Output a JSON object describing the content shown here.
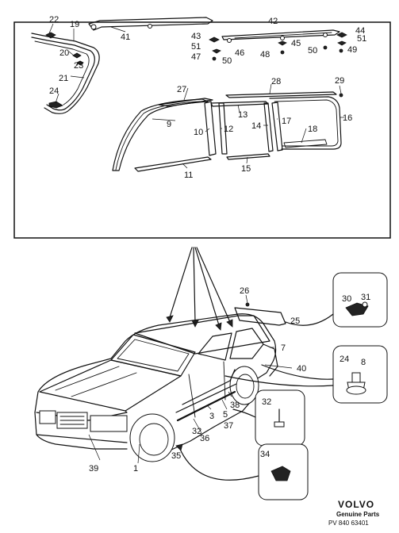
{
  "callouts": {
    "c1": "1",
    "c3": "3",
    "c5": "5",
    "c7": "7",
    "c8": "8",
    "c9": "9",
    "c10": "10",
    "c11": "11",
    "c12": "12",
    "c13": "13",
    "c14": "14",
    "c15": "15",
    "c16": "16",
    "c17": "17",
    "c18": "18",
    "c19": "19",
    "c20": "20",
    "c21": "21",
    "c22": "22",
    "c23": "23",
    "c24": "24",
    "c25": "25",
    "c26": "26",
    "c27": "27",
    "c28": "28",
    "c29": "29",
    "c30": "30",
    "c31": "31",
    "c32a": "32",
    "c32b": "32",
    "c34": "34",
    "c35": "35",
    "c36": "36",
    "c37": "37",
    "c38": "38",
    "c39": "39",
    "c40": "40",
    "c41": "41",
    "c42": "42",
    "c43": "43",
    "c44": "44",
    "c45": "45",
    "c46": "46",
    "c47": "47",
    "c48": "48",
    "c49": "49",
    "c50a": "50",
    "c50b": "50",
    "c51a": "51",
    "c51b": "51",
    "c24b": "24"
  },
  "brand": {
    "name": "VOLVO",
    "subtitle": "Genuine Parts",
    "code": "PV  840  63401"
  }
}
